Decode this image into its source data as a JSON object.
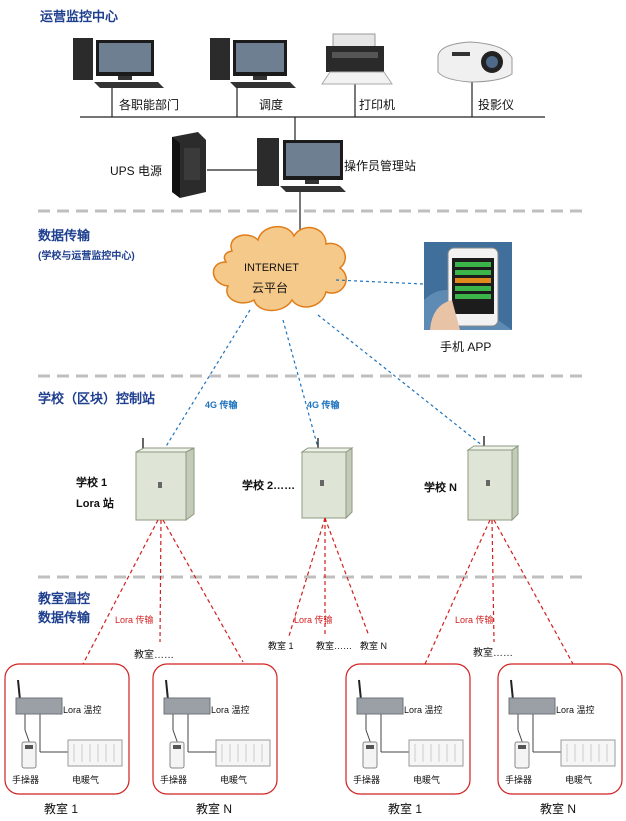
{
  "sections": {
    "ops_center": "运营监控中心",
    "data_transfer": "数据传输",
    "data_transfer_sub": "(学校与运营监控中心)",
    "school_station": "学校（区块）控制站",
    "classroom_control_1": "教室温控",
    "classroom_control_2": "数据传输"
  },
  "ops_devices": {
    "departments": "各职能部门",
    "dispatch": "调度",
    "printer": "打印机",
    "projector": "投影仪",
    "ups": "UPS 电源",
    "operator": "操作员管理站"
  },
  "cloud": {
    "line1": "INTERNET",
    "line2": "云平台"
  },
  "phone_label": "手机 APP",
  "transfer_4g": [
    "4G 传输",
    "4G 传输"
  ],
  "schools": {
    "school1_line1": "学校 1",
    "school1_line2": "Lora 站",
    "school2": "学校 2……",
    "schoolN": "学校 N"
  },
  "lora_notes": [
    "Lora 传输",
    "Lora 传输",
    "Lora 传输"
  ],
  "classroom_dots": [
    "教室……",
    "教室……"
  ],
  "classroom_labels_mid": [
    "教室 1",
    "教室……",
    "教室 N"
  ],
  "box": {
    "lora_control": "Lora 温控",
    "hand_controller": "手操器",
    "heater": "电暖气"
  },
  "classroom_titles": [
    "教室 1",
    "教室 N",
    "教室 1",
    "教室 N"
  ],
  "colors": {
    "section_title": "#1f3f8f",
    "blue_link": "#1e73be",
    "red_link": "#d22020",
    "cloud_fill": "#f5c98a",
    "cloud_stroke": "#e07d1a",
    "divider": "#bfbfbf"
  }
}
